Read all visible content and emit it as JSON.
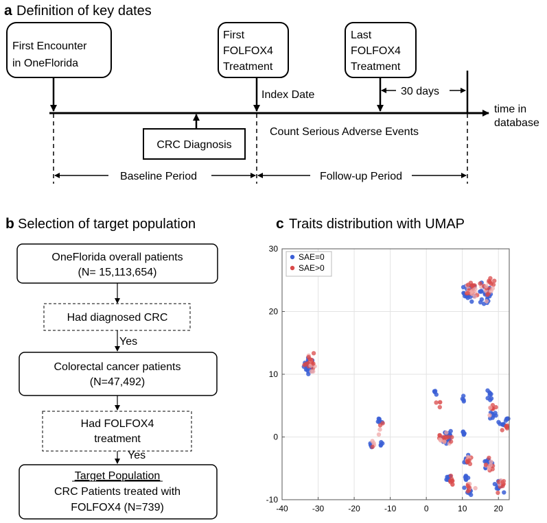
{
  "panel_a": {
    "letter": "a",
    "title": "Definition of key dates",
    "first_encounter_line1": "First Encounter",
    "first_encounter_line2": "in OneFlorida",
    "first_folfox_line1": "First",
    "first_folfox_line2": "FOLFOX4",
    "first_folfox_line3": "Treatment",
    "last_folfox_line1": "Last",
    "last_folfox_line2": "FOLFOX4",
    "last_folfox_line3": "Treatment",
    "index_date": "Index Date",
    "thirty_days": "30 days",
    "time_line1": "time in",
    "time_line2": "database",
    "crc_diagnosis": "CRC Diagnosis",
    "count_sae": "Count Serious Adverse Events",
    "baseline_period": "Baseline Period",
    "followup_period": "Follow-up Period"
  },
  "panel_b": {
    "letter": "b",
    "title": "Selection of target population",
    "box1_line1": "OneFlorida overall patients",
    "box1_line2": "(N= 15,113,654)",
    "criterion1": "Had diagnosed CRC",
    "yes1": "Yes",
    "box2_line1": "Colorectal cancer patients",
    "box2_line2": "(N=47,492)",
    "criterion2_line1": "Had FOLFOX4",
    "criterion2_line2": "treatment",
    "yes2": "Yes",
    "box3_line1": "Target Population",
    "box3_line2": "CRC Patients treated with",
    "box3_line3": "FOLFOX4 (N=739)"
  },
  "panel_c": {
    "letter": "c",
    "title": "Traits distribution with UMAP"
  },
  "chart_data": {
    "type": "scatter",
    "title": "Traits distribution with UMAP",
    "xlabel": "",
    "ylabel": "",
    "xlim": [
      -40,
      23
    ],
    "ylim": [
      -10,
      30
    ],
    "x_ticks": [
      "-40",
      "-30",
      "-20",
      "-10",
      "0",
      "10",
      "20"
    ],
    "y_ticks": [
      "-10",
      "0",
      "10",
      "20",
      "30"
    ],
    "grid": true,
    "legend_position": "top-left",
    "series": [
      {
        "name": "SAE=0",
        "color": "#3b5fd6",
        "clusters": [
          {
            "x": -32.5,
            "y": 11.5,
            "sx": 1.0,
            "sy": 0.8,
            "n": 30
          },
          {
            "x": 12.0,
            "y": 23.0,
            "sx": 1.2,
            "sy": 1.0,
            "n": 25
          },
          {
            "x": 16.0,
            "y": 22.5,
            "sx": 1.5,
            "sy": 1.2,
            "n": 20
          },
          {
            "x": -13.0,
            "y": 2.5,
            "sx": 0.5,
            "sy": 0.4,
            "n": 6
          },
          {
            "x": -12.5,
            "y": -1.0,
            "sx": 0.4,
            "sy": 0.4,
            "n": 4
          },
          {
            "x": -15.5,
            "y": -1.5,
            "sx": 0.4,
            "sy": 0.4,
            "n": 5
          },
          {
            "x": 2.5,
            "y": 7.0,
            "sx": 0.4,
            "sy": 0.5,
            "n": 4
          },
          {
            "x": 10.5,
            "y": 6.0,
            "sx": 0.4,
            "sy": 0.4,
            "n": 4
          },
          {
            "x": 17.5,
            "y": 6.5,
            "sx": 0.6,
            "sy": 0.6,
            "n": 8
          },
          {
            "x": 18.5,
            "y": 3.5,
            "sx": 0.6,
            "sy": 0.5,
            "n": 8
          },
          {
            "x": 22.5,
            "y": 3.0,
            "sx": 0.4,
            "sy": 0.4,
            "n": 4
          },
          {
            "x": 21.0,
            "y": 2.0,
            "sx": 0.6,
            "sy": 0.5,
            "n": 6
          },
          {
            "x": 5.5,
            "y": 0.0,
            "sx": 1.2,
            "sy": 0.9,
            "n": 25
          },
          {
            "x": 10.5,
            "y": 0.5,
            "sx": 0.5,
            "sy": 0.5,
            "n": 5
          },
          {
            "x": 6.5,
            "y": -6.5,
            "sx": 0.6,
            "sy": 0.5,
            "n": 7
          },
          {
            "x": 11.0,
            "y": -3.5,
            "sx": 0.6,
            "sy": 0.6,
            "n": 8
          },
          {
            "x": 11.0,
            "y": -6.5,
            "sx": 0.5,
            "sy": 0.5,
            "n": 6
          },
          {
            "x": 12.0,
            "y": -8.5,
            "sx": 0.6,
            "sy": 0.5,
            "n": 8
          },
          {
            "x": 17.0,
            "y": -4.0,
            "sx": 0.8,
            "sy": 0.6,
            "n": 10
          },
          {
            "x": 20.0,
            "y": -8.0,
            "sx": 0.8,
            "sy": 0.6,
            "n": 12
          }
        ]
      },
      {
        "name": "SAE>0",
        "color": "#d94a4a",
        "clusters": [
          {
            "x": -32.0,
            "y": 11.8,
            "sx": 1.1,
            "sy": 0.8,
            "n": 20
          },
          {
            "x": 12.5,
            "y": 23.5,
            "sx": 1.3,
            "sy": 1.0,
            "n": 22
          },
          {
            "x": 17.0,
            "y": 24.0,
            "sx": 1.5,
            "sy": 1.5,
            "n": 22
          },
          {
            "x": -13.0,
            "y": 1.5,
            "sx": 0.6,
            "sy": 0.6,
            "n": 4
          },
          {
            "x": -15.0,
            "y": -1.0,
            "sx": 0.5,
            "sy": 0.5,
            "n": 4
          },
          {
            "x": 3.5,
            "y": 5.5,
            "sx": 0.5,
            "sy": 0.6,
            "n": 4
          },
          {
            "x": 18.0,
            "y": 4.5,
            "sx": 0.8,
            "sy": 0.9,
            "n": 8
          },
          {
            "x": 21.5,
            "y": 1.5,
            "sx": 0.7,
            "sy": 0.5,
            "n": 6
          },
          {
            "x": 5.0,
            "y": -0.5,
            "sx": 1.5,
            "sy": 1.0,
            "n": 18
          },
          {
            "x": 7.0,
            "y": -7.0,
            "sx": 0.7,
            "sy": 0.6,
            "n": 8
          },
          {
            "x": 11.5,
            "y": -4.0,
            "sx": 0.8,
            "sy": 0.8,
            "n": 10
          },
          {
            "x": 12.0,
            "y": -8.0,
            "sx": 0.7,
            "sy": 0.6,
            "n": 8
          },
          {
            "x": 17.5,
            "y": -4.5,
            "sx": 0.9,
            "sy": 0.8,
            "n": 10
          },
          {
            "x": 20.5,
            "y": -7.5,
            "sx": 0.9,
            "sy": 0.7,
            "n": 12
          }
        ]
      }
    ]
  }
}
